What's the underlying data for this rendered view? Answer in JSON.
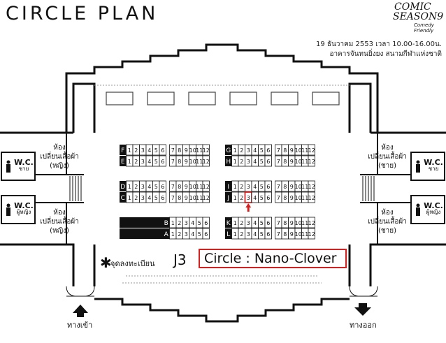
{
  "header": {
    "title": "CIRCLE PLAN",
    "logo_line1": "COMIC",
    "logo_line2": "SEASON9",
    "logo_line3": "Comedy Friendly",
    "date_line": "19 ธันวาคม 2553 เวลา 10.00-16.00น.",
    "venue_line": "อาคารจันทนยิ่งยง สนามกีฬาแห่งชาติ"
  },
  "rooms": {
    "left_top": [
      "ห้อง",
      "เปลี่ยนเสื้อผ้า",
      "(หญิง)"
    ],
    "left_bottom": [
      "ห้อง",
      "เปลี่ยนเสื้อผ้า",
      "(หญิง)"
    ],
    "right_top": [
      "ห้อง",
      "เปลี่ยนเสื้อผ้า",
      "(ชาย)"
    ],
    "right_bottom": [
      "ห้อง",
      "เปลี่ยนเสื้อผ้า",
      "(ชาย)"
    ]
  },
  "wc": {
    "label": "W.C.",
    "left_top_sub": "ชาย",
    "left_bottom_sub": "ผู้หญิง",
    "right_top_sub": "ชาย",
    "right_bottom_sub": "ผู้หญิง"
  },
  "entrance_label": "ทางเข้า",
  "exit_label": "ทางออก",
  "registration_label": "จุดลงทะเบียน",
  "highlight": {
    "booth_code": "J3",
    "circle_text": "Circle : Nano-Clover",
    "highlight_color": "#d52020"
  },
  "booth_rows": {
    "left_upper": [
      "F",
      "E"
    ],
    "left_middle": [
      "D",
      "C"
    ],
    "left_lower": [
      "B",
      "A"
    ],
    "right_upper": [
      "G",
      "H"
    ],
    "right_middle": [
      "I",
      "J"
    ],
    "right_lower": [
      "K",
      "L"
    ],
    "numbers_full": [
      "1",
      "2",
      "3",
      "4",
      "5",
      "6",
      "7",
      "8",
      "9",
      "10",
      "11",
      "12"
    ],
    "numbers_half": [
      "1",
      "2",
      "3",
      "4",
      "5",
      "6"
    ]
  }
}
